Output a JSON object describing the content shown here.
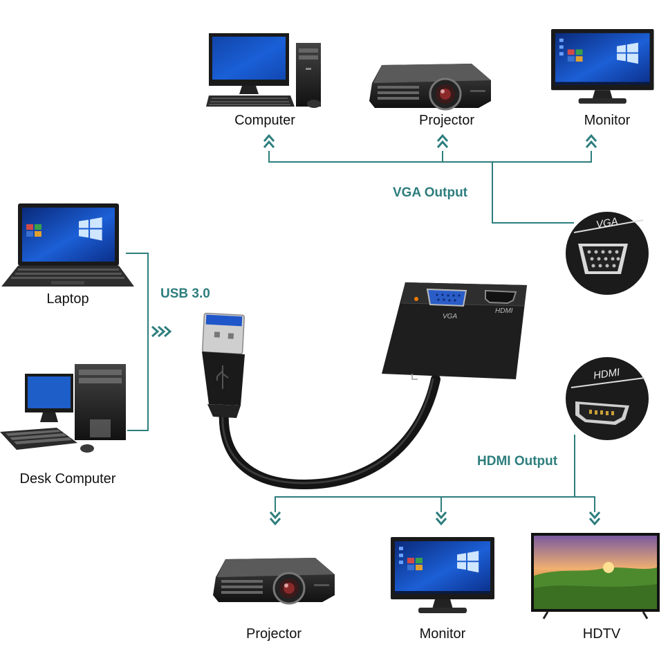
{
  "top_row": {
    "devices": [
      {
        "label": "Computer",
        "icon": "desktop-computer-icon"
      },
      {
        "label": "Projector",
        "icon": "projector-icon"
      },
      {
        "label": "Monitor",
        "icon": "monitor-icon"
      }
    ],
    "output_label": "VGA Output",
    "port_badge": "VGA"
  },
  "sources": {
    "devices": [
      {
        "label": "Laptop",
        "icon": "laptop-icon"
      },
      {
        "label": "Desk Computer",
        "icon": "desk-computer-icon"
      }
    ],
    "connection_label": "USB 3.0"
  },
  "adapter": {
    "port_labels": [
      "VGA",
      "HDMI"
    ]
  },
  "bottom_row": {
    "output_label": "HDMI Output",
    "port_badge": "HDMI",
    "devices": [
      {
        "label": "Projector",
        "icon": "projector-icon"
      },
      {
        "label": "Monitor",
        "icon": "monitor-icon"
      },
      {
        "label": "HDTV",
        "icon": "hdtv-icon"
      }
    ]
  },
  "colors": {
    "connector_line": "#2d7d7d",
    "label_teal": "#2d7d7d",
    "device_dark": "#222222"
  }
}
